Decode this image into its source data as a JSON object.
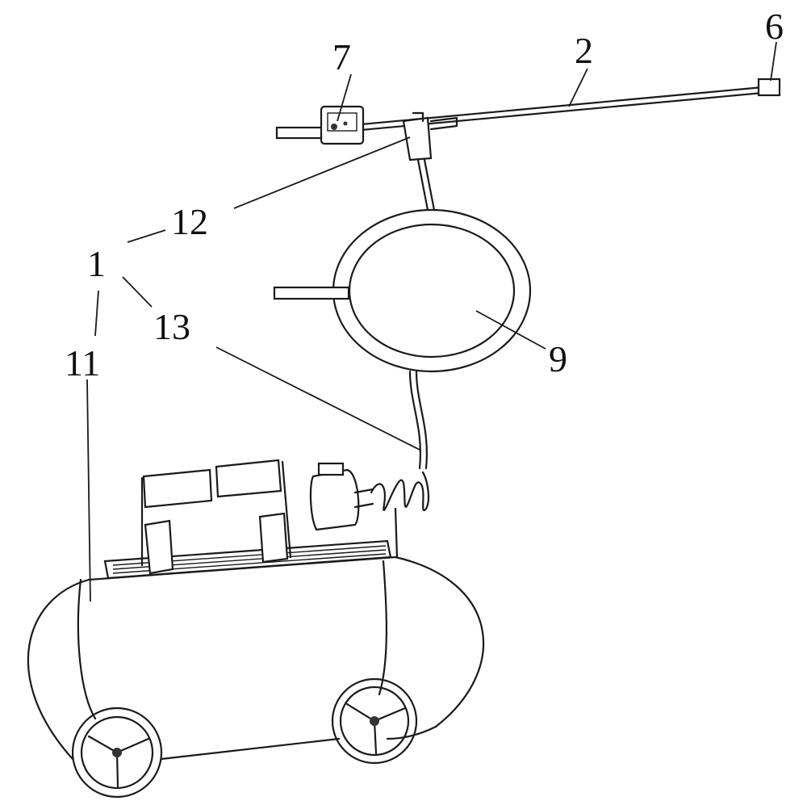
{
  "labels": {
    "l1": "1",
    "l2": "2",
    "l6": "6",
    "l7": "7",
    "l9": "9",
    "l11": "11",
    "l12": "12",
    "l13": "13"
  },
  "colors": {
    "line": "#1a1a1a",
    "background": "#ffffff"
  }
}
